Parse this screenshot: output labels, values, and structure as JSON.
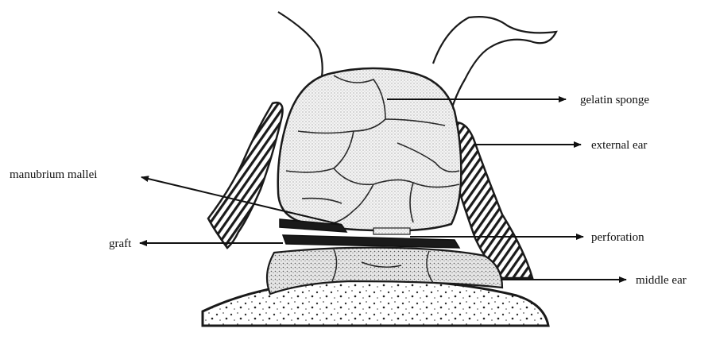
{
  "diagram": {
    "labels": {
      "gelatin_sponge": "gelatin sponge",
      "external_ear": "external ear",
      "manubrium_mallei": "manubrium mallei",
      "perforation": "perforation",
      "graft": "graft",
      "middle_ear": "middle ear"
    }
  }
}
